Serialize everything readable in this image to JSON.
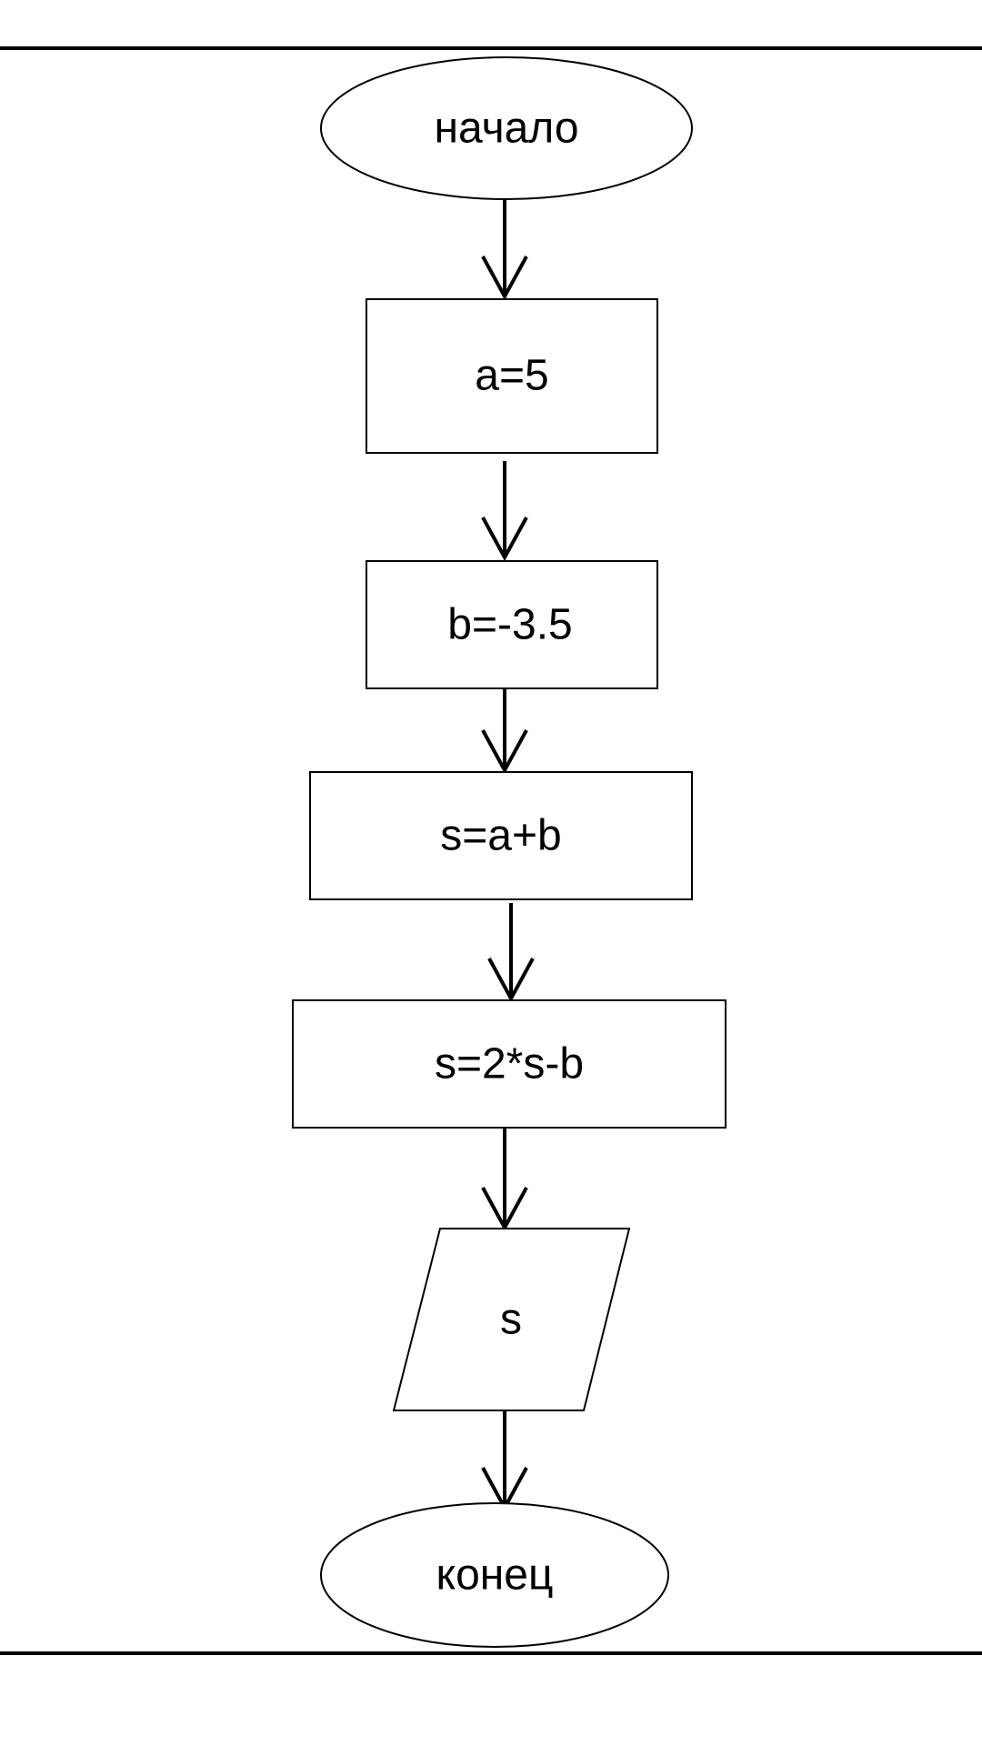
{
  "flowchart": {
    "start_label": "начало",
    "assign_a_label": "a=5",
    "assign_b_label": "b=-3.5",
    "sum_label": "s=a+b",
    "update_label": "s=2*s-b",
    "output_label": "s",
    "end_label": "конец"
  },
  "colors": {
    "stroke": "#000000",
    "background": "#ffffff"
  }
}
